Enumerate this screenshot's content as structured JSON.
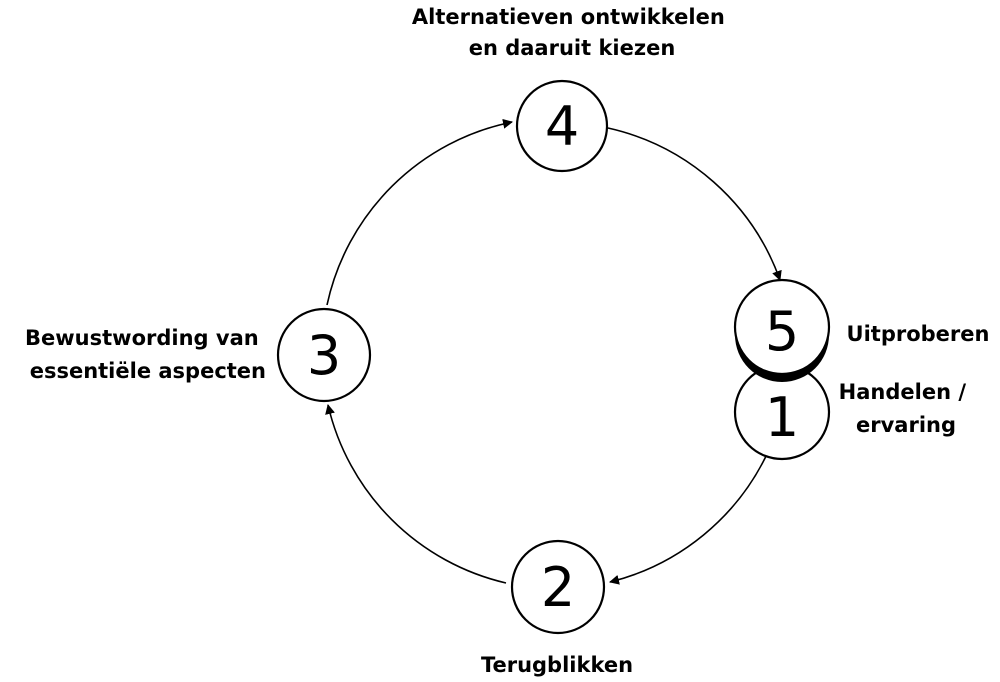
{
  "colors": {
    "stroke": "#000000",
    "fill": "#ffffff",
    "text": "#000000"
  },
  "steps": [
    {
      "number": "1",
      "label_lines": [
        "Handelen /",
        "ervaring"
      ]
    },
    {
      "number": "2",
      "label_lines": [
        "Terugblikken"
      ]
    },
    {
      "number": "3",
      "label_lines": [
        "Bewustwording van",
        "essentiële aspecten"
      ]
    },
    {
      "number": "4",
      "label_lines": [
        "Alternatieven ontwikkelen",
        "en daaruit kiezen"
      ]
    },
    {
      "number": "5",
      "label_lines": [
        "Uitproberen"
      ]
    }
  ]
}
